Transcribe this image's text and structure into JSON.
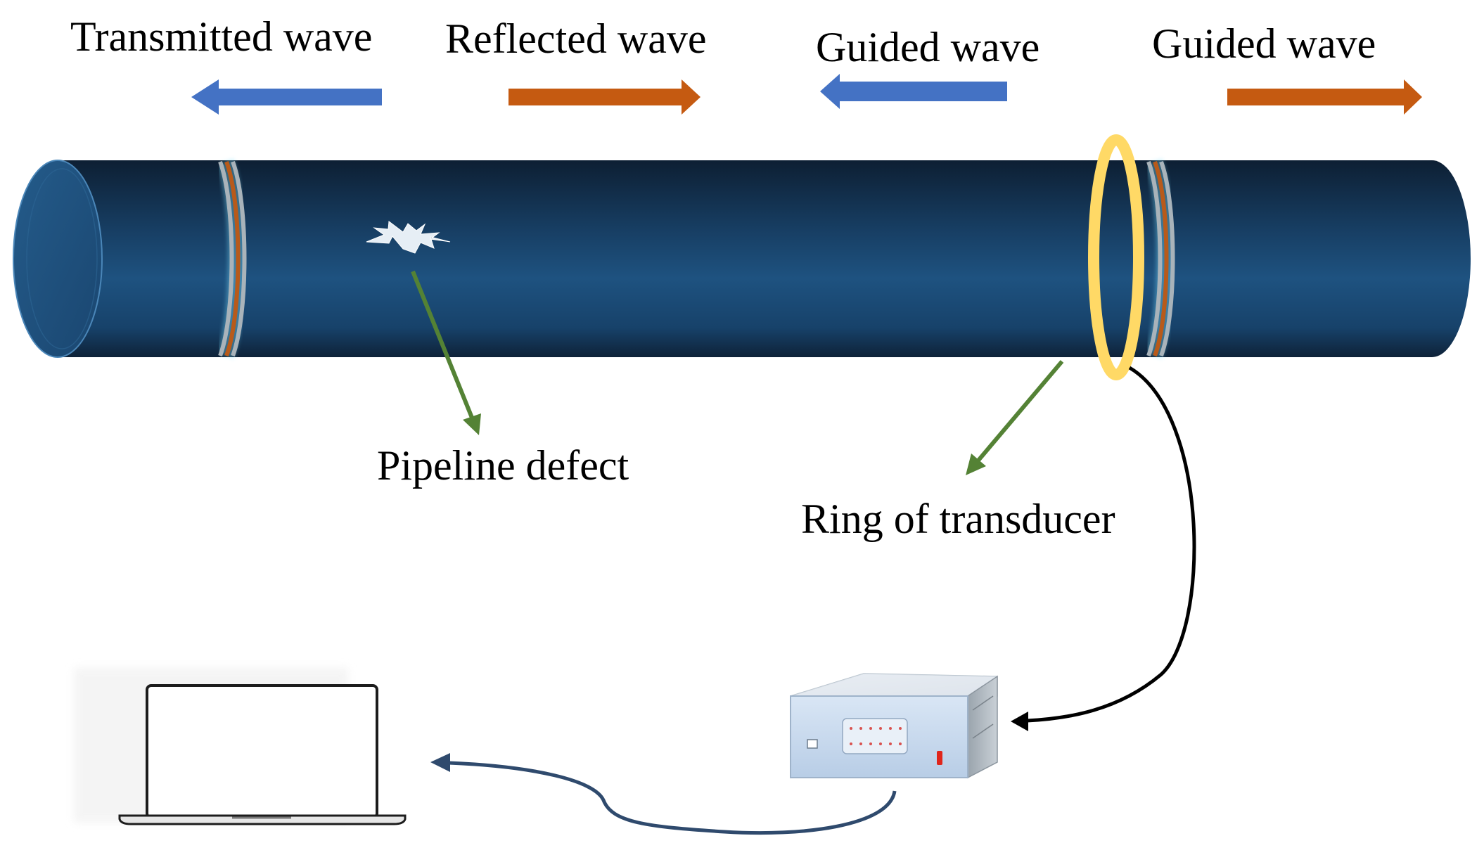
{
  "labels": {
    "transmitted_wave": "Transmitted wave",
    "reflected_wave": "Reflected wave",
    "guided_wave_left": "Guided wave",
    "guided_wave_right": "Guided wave",
    "pipeline_defect": "Pipeline defect",
    "ring_of_transducer": "Ring of transducer"
  },
  "colors": {
    "arrow_blue": "#4472C4",
    "arrow_orange": "#C55A11",
    "pointer_green": "#548235",
    "pipe_dark": "#102a45",
    "pipe_mid": "#1f4e79",
    "ring_yellow": "#FFD966",
    "cable": "#000000",
    "usb_cable": "#2F4A6D"
  },
  "arrow_directions": {
    "transmitted_wave": "left",
    "reflected_wave": "right",
    "guided_wave_left": "left",
    "guided_wave_right": "right"
  },
  "icons": {
    "defect": "starburst-icon",
    "laptop": "laptop-icon",
    "device": "signal-generator-icon"
  }
}
